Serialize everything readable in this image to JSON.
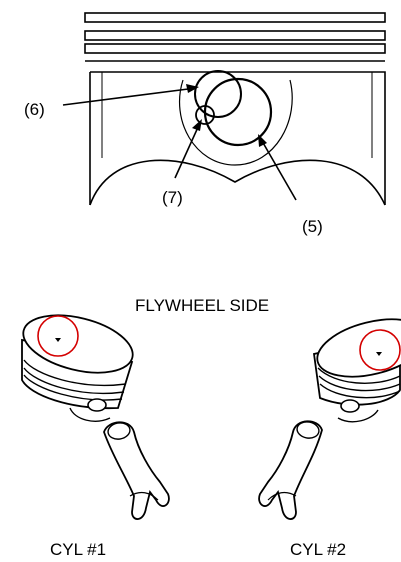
{
  "callouts": {
    "c6": "(6)",
    "c7": "(7)",
    "c5": "(5)"
  },
  "orientation_label": "FLYWHEEL SIDE",
  "cylinders": {
    "cyl1": "CYL #1",
    "cyl2": "CYL #2"
  },
  "colors": {
    "line": "#000000",
    "highlight_circle": "#d40000",
    "background": "#ffffff"
  }
}
